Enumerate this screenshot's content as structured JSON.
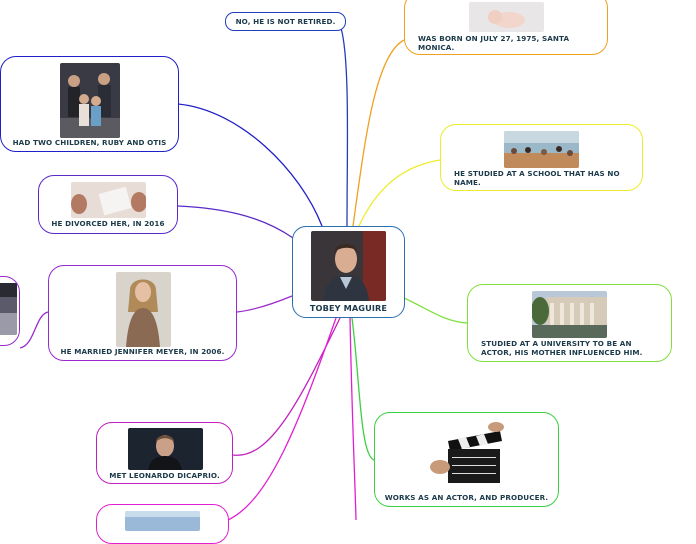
{
  "center": {
    "label": "TOBEY MAGUIRE",
    "image": "portrait-photo"
  },
  "nodes": {
    "not_retired": {
      "label": "NO, HE IS NOT RETIRED.",
      "color": "#1f3fbf"
    },
    "born": {
      "label": "WAS BORN ON JULY 27, 1975, SANTA MONICA.",
      "color": "#f0a020",
      "image": "newborn-photo"
    },
    "children": {
      "label": "HAD TWO CHILDREN, RUBY AND OTIS",
      "color": "#2020c8",
      "image": "family-photo"
    },
    "school": {
      "label": "HE STUDIED AT A SCHOOL THAT HAS NO NAME.",
      "color": "#ecec2a",
      "image": "classroom-photo"
    },
    "divorced": {
      "label": "HE DIVORCED HER, IN 2016",
      "color": "#5a2ac8",
      "image": "divorce-photo"
    },
    "university": {
      "label": "STUDIED AT A UNIVERSITY TO BE AN ACTOR, HIS MOTHER INFLUENCED HIM.",
      "color": "#80e040",
      "image": "campus-photo"
    },
    "married": {
      "label": "HE MARRIED JENNIFER MEYER, IN 2006.",
      "color": "#9a2ad0",
      "image": "jennifer-photo"
    },
    "actor": {
      "label": "WORKS AS AN ACTOR, AND PRODUCER.",
      "color": "#3cd040",
      "image": "clapperboard-photo"
    },
    "dicaprio": {
      "label": "MET LEONARDO DICAPRIO.",
      "color": "#c020c0",
      "image": "leonardo-photo"
    },
    "bottom_left": {
      "label": "",
      "color": "#e020d0",
      "image": "sky-photo"
    },
    "far_left": {
      "label": "",
      "color": "#9a2ad0",
      "image": "dark-photo"
    }
  }
}
